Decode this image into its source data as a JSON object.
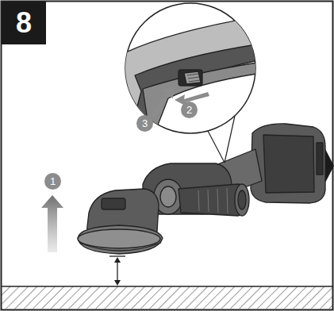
{
  "diagram": {
    "nodes": [
      {
        "text": [
          "8"
        ]
      },
      {
        "text": [
          "1"
        ]
      },
      {
        "text": [
          "2"
        ]
      },
      {
        "text": [
          "3"
        ]
      }
    ]
  }
}
